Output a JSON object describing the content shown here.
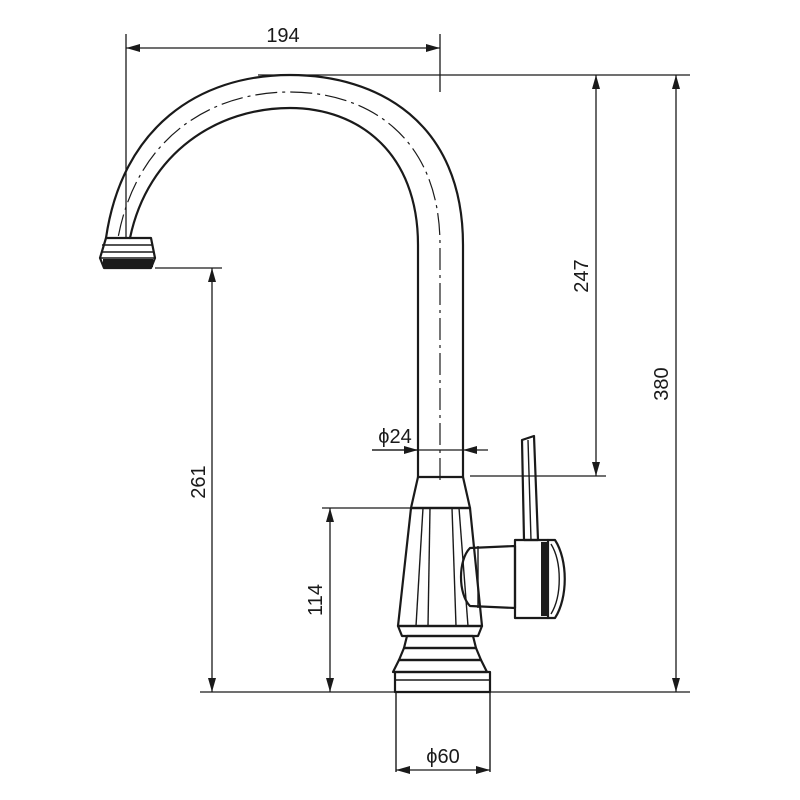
{
  "diagram": {
    "dimensions": {
      "spout_reach": "194",
      "spout_height": "247",
      "total_height": "380",
      "outlet_height": "261",
      "body_height": "114",
      "spout_diameter": "ϕ24",
      "base_diameter": "ϕ60"
    }
  }
}
